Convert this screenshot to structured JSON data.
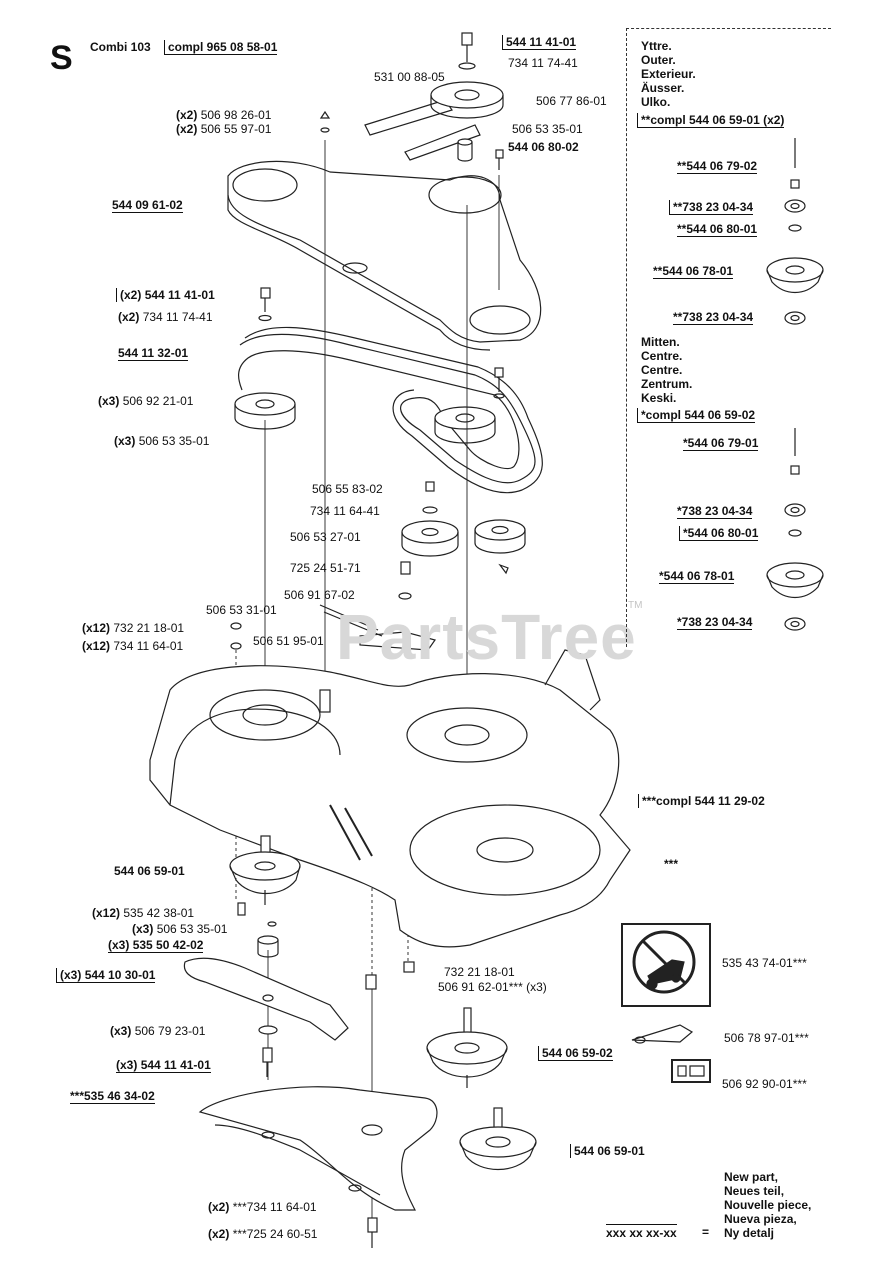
{
  "header": {
    "section_letter": "S",
    "model": "Combi 103",
    "model_ref": "compl 965 08 58-01"
  },
  "labels": {
    "p1": "544 11 41-01",
    "p2": "734 11 74-41",
    "p3": "531 00 88-05",
    "p4": "506 77 86-01",
    "p5_qty": "(x2)",
    "p5": "506 98 26-01",
    "p6_qty": "(x2)",
    "p6": "506 55 97-01",
    "p7": "506 53 35-01",
    "p8": "544 06 80-02",
    "p9": "544 09 61-02",
    "p10_qty": "(x2)",
    "p10": "544 11 41-01",
    "p11_qty": "(x2)",
    "p11": "734 11 74-41",
    "p12": "544 11 32-01",
    "p13_qty": "(x3)",
    "p13": "506 92 21-01",
    "p14_qty": "(x3)",
    "p14": "506 53 35-01",
    "p15": "506 55 83-02",
    "p16": "734 11 64-41",
    "p17": "506 53 27-01",
    "p18": "725 24 51-71",
    "p19": "506 91 67-02",
    "p20": "506 53 31-01",
    "p21_qty": "(x12)",
    "p21": "732 21 18-01",
    "p22_qty": "(x12)",
    "p22": "734 11 64-01",
    "p23": "506 51 95-01",
    "p24": "***compl 544 11 29-02",
    "p25": "***",
    "p26": "544 06 59-01",
    "p27_qty": "(x12)",
    "p27": "535 42 38-01",
    "p28_qty": "(x3)",
    "p28": "506 53 35-01",
    "p29_qty": "(x3)",
    "p29": "535 50 42-02",
    "p30_qty": "(x3)",
    "p30": "544 10 30-01",
    "p31": "732 21 18-01",
    "p32": "506 91 62-01*** (x3)",
    "p33": "535 43 74-01***",
    "p34_qty": "(x3)",
    "p34": "506 79 23-01",
    "p35": "544 06 59-02",
    "p36": "506 78 97-01***",
    "p37_qty": "(x3)",
    "p37": "544 11 41-01",
    "p38": "506 92 90-01***",
    "p39": "***535 46 34-02",
    "p40": "544 06 59-01",
    "p41_qty": "(x2)",
    "p41": "***734 11 64-01",
    "p42_qty": "(x2)",
    "p42": "***725 24 60-51"
  },
  "legend": {
    "outer_lang": [
      "Yttre.",
      "Outer.",
      "Exterieur.",
      "Äusser.",
      "Ulko."
    ],
    "outer_compl": "**compl 544 06 59-01 (x2)",
    "outer_items": [
      "**544 06 79-02",
      "**738 23 04-34",
      "**544 06 80-01",
      "**544 06 78-01",
      "**738 23 04-34"
    ],
    "center_lang": [
      "Mitten.",
      "Centre.",
      "Centre.",
      "Zentrum.",
      "Keski."
    ],
    "center_compl": "*compl 544 06 59-02",
    "center_items": [
      "*544 06 79-01",
      "*738 23 04-34",
      "*544 06 80-01",
      "*544 06 78-01",
      "*738 23 04-34"
    ]
  },
  "footer": {
    "new_part": [
      "New part,",
      "Neues teil,",
      "Nouvelle piece,",
      "Nueva pieza,",
      "Ny detalj"
    ],
    "xxx": "xxx xx xx-xx",
    "equals": "="
  },
  "watermark": {
    "text": "PartsTree",
    "tm": "TM"
  }
}
